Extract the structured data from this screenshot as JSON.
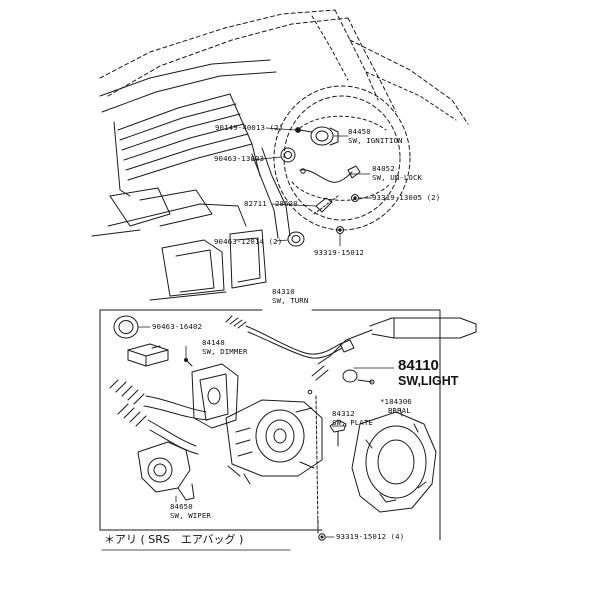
{
  "upper": {
    "p90149": "90149-40013 (2)",
    "p84450": "84450",
    "p84450_name": "SW, IGNITION",
    "p90463a": "90463-13003",
    "p84052": "84052",
    "p84052_name": "SW, UN-LOCK",
    "p82711": "82711",
    "p82711_code": "28620",
    "p93319a": "93319-13005 (2)",
    "p90463b": "90463-12014 (2)",
    "p93319b": "93319-15012"
  },
  "lower": {
    "p84310": "84310",
    "p84310_name": "SW, TURN",
    "p90463c": "90463-16402",
    "p84140": "84140",
    "p84140_name": "SW, DIMMER",
    "p84110": "84110",
    "p84110_name": "SW,LIGHT",
    "p84306": "*184306",
    "p84306_name": "BRRAL",
    "p84312": "84312",
    "p84312_name": "SW, PLATE",
    "p84650": "84650",
    "p84650_name": "SW, WIPER",
    "p93319c": "93319-15012 (4)"
  },
  "footnote": "＊アリ ( SRS　エアバッグ )"
}
